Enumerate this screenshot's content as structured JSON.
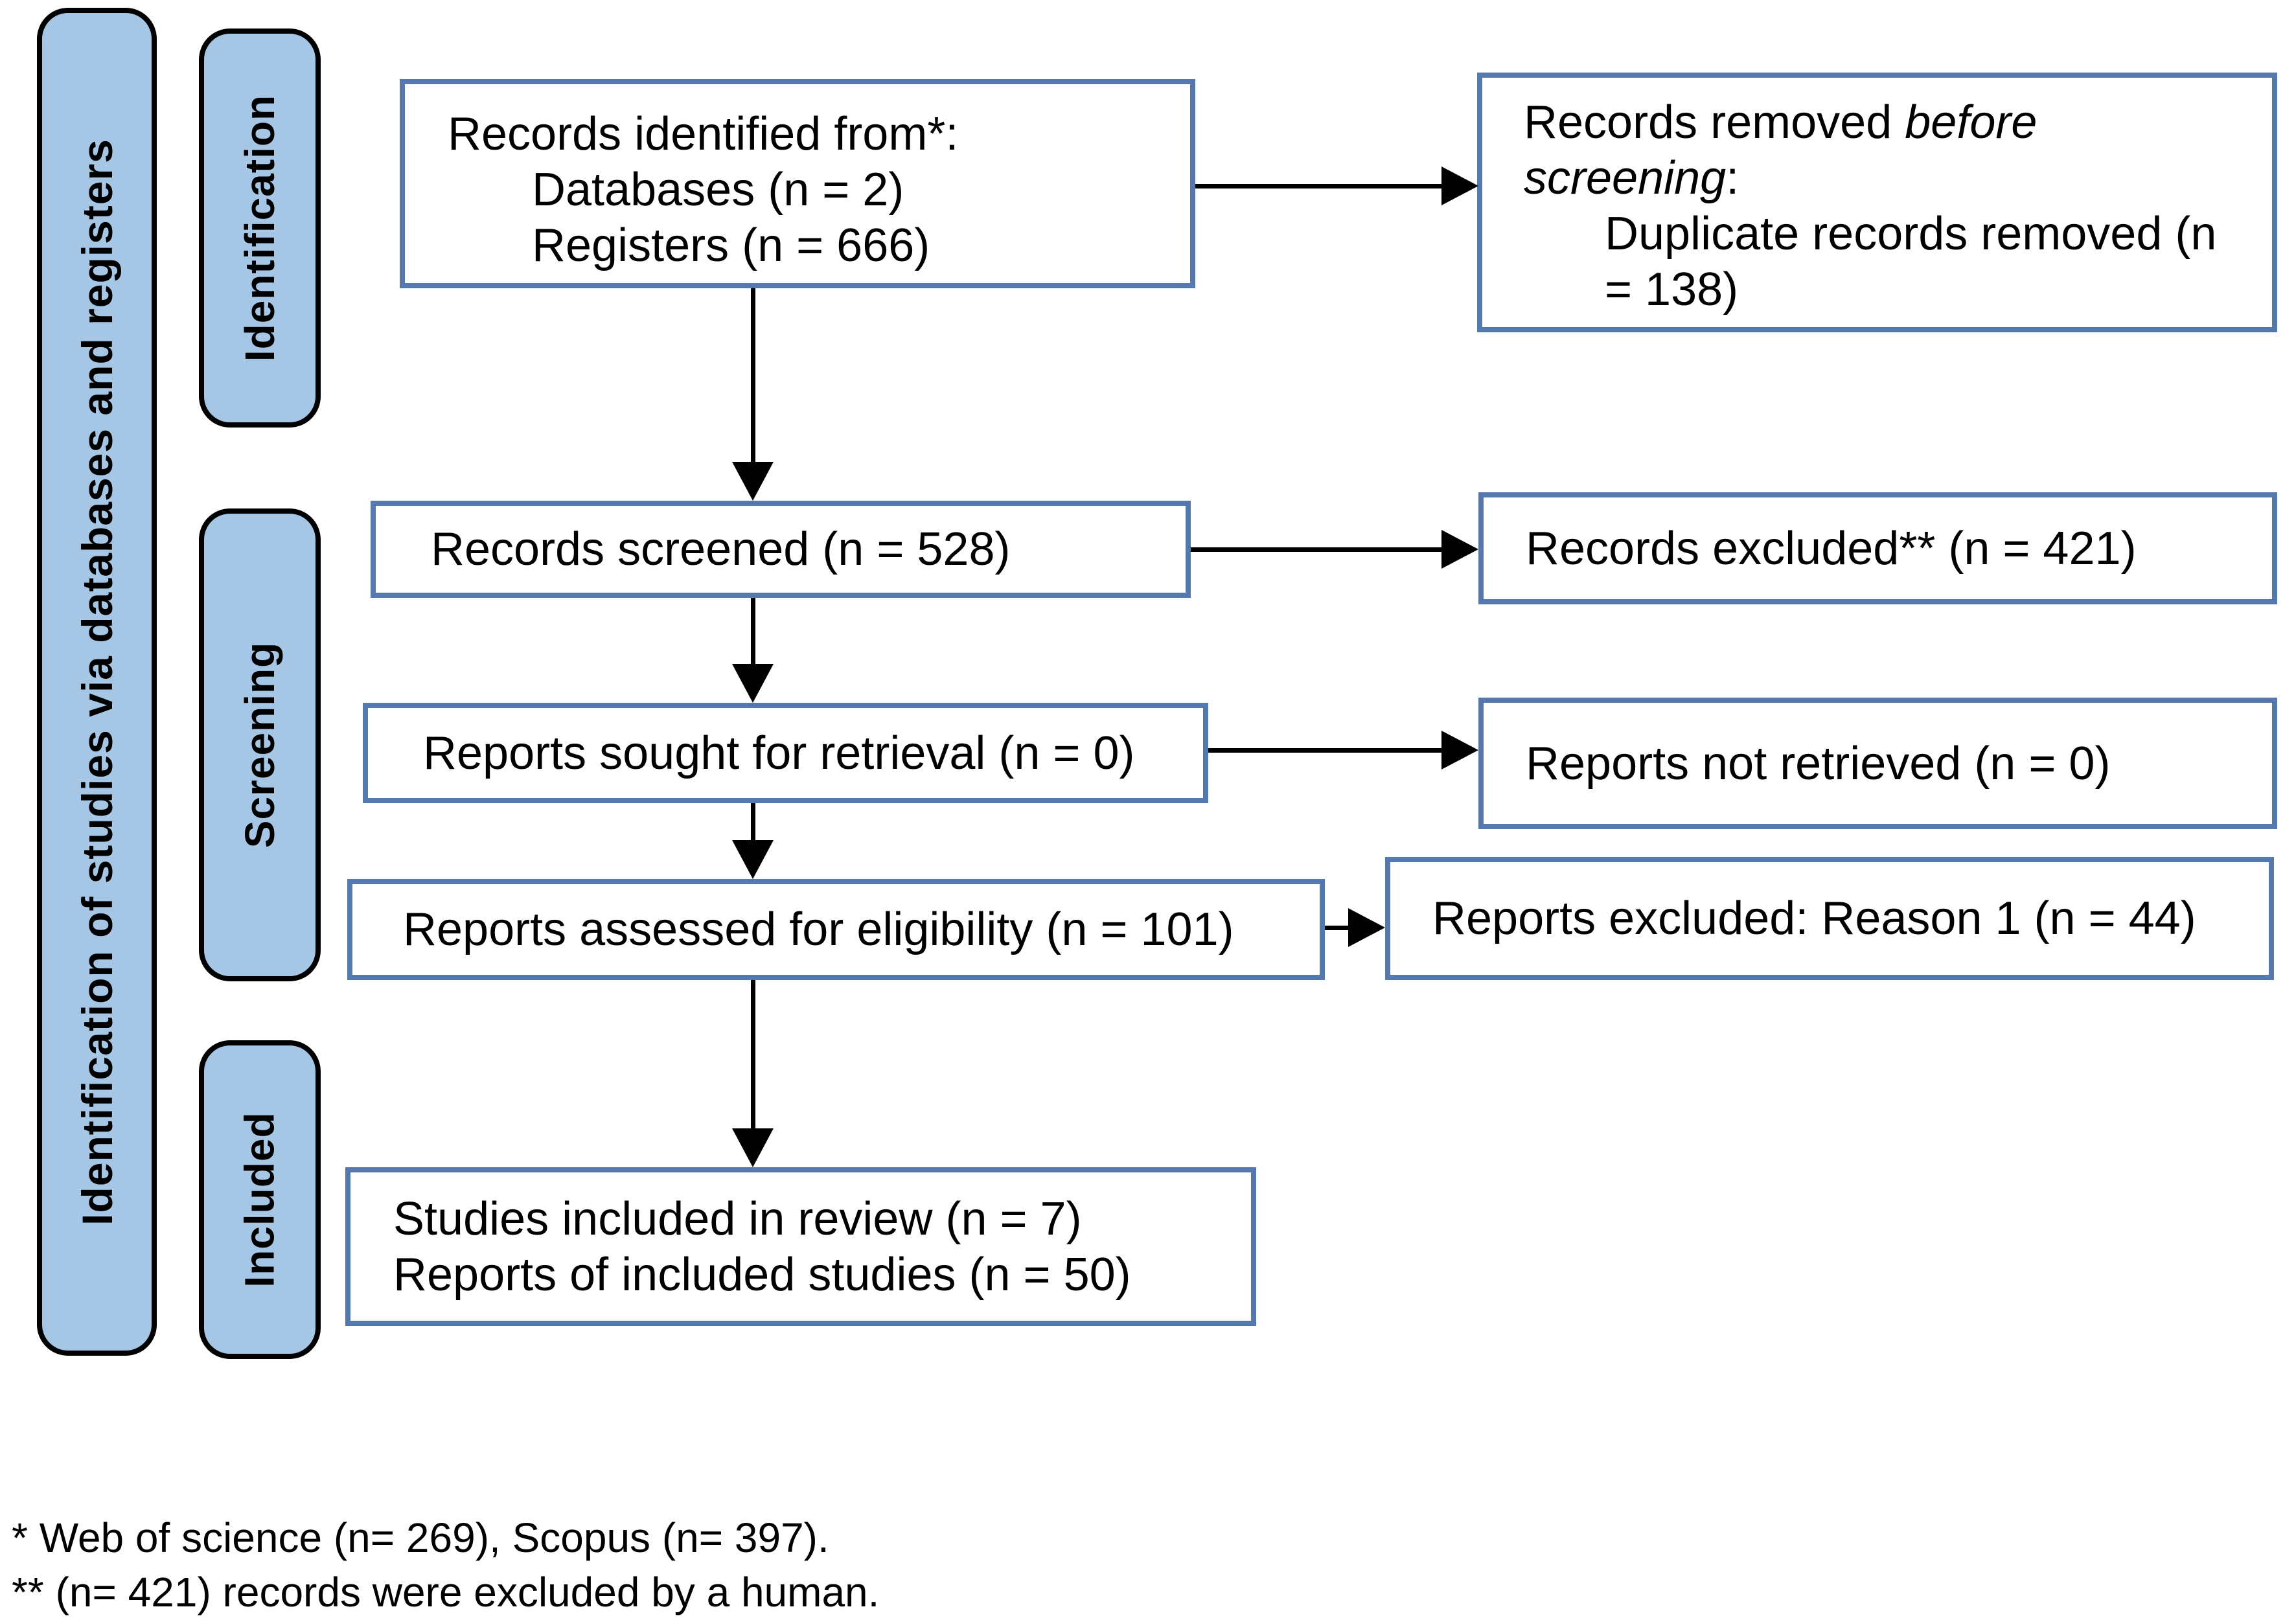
{
  "sidebar": {
    "label": "Identification of studies via databases and registers"
  },
  "stages": [
    {
      "label": "Identification"
    },
    {
      "label": "Screening"
    },
    {
      "label": "Included"
    }
  ],
  "boxes": {
    "identified": {
      "lines": [
        "Records identified from*:",
        "Databases (n = 2)",
        "Registers (n = 666)"
      ]
    },
    "removed_before_screening": {
      "prefix": "Records removed ",
      "italic1": "before",
      "italic2": "screening",
      "suffix": ":",
      "detail_line1": "Duplicate records removed (n",
      "detail_line2": "= 138)"
    },
    "screened": {
      "text": "Records screened (n = 528)"
    },
    "records_excluded": {
      "text": "Records excluded** (n = 421)"
    },
    "sought": {
      "text": "Reports sought for retrieval (n = 0)"
    },
    "not_retrieved": {
      "text": "Reports not retrieved (n = 0)"
    },
    "assessed": {
      "text": "Reports assessed for eligibility (n = 101)"
    },
    "reports_excluded": {
      "text": "Reports excluded: Reason 1 (n = 44)"
    },
    "included": {
      "lines": [
        "Studies included in review (n = 7)",
        "Reports of included studies (n = 50)"
      ]
    }
  },
  "footnotes": [
    "* Web of science (n= 269), Scopus (n= 397).",
    "** (n= 421) records were excluded by a human."
  ],
  "colors": {
    "pill_fill_blue": "#a5c6e4",
    "box_border_blue": "#5578ad",
    "arrow_black": "#000000"
  }
}
